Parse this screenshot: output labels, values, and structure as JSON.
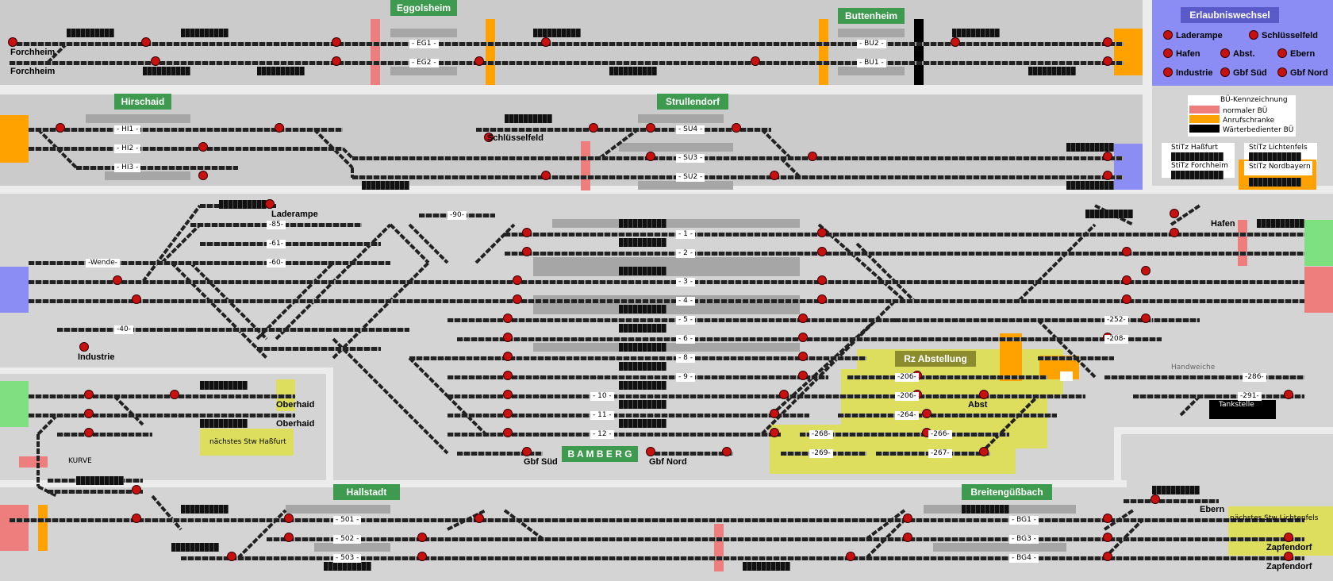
{
  "colors": {
    "station_green": "#3e9a4e",
    "permission_blue": "#8c8cf5",
    "bue_normal": "#ee7d7d",
    "bue_call": "#ffa200",
    "bue_attended": "#000000",
    "signal_red": "#c81010",
    "track": "#222222",
    "zone_yellow": "#dede5e"
  },
  "stations": [
    {
      "id": "eggolsheim",
      "label": "Eggolsheim"
    },
    {
      "id": "buttenheim",
      "label": "Buttenheim"
    },
    {
      "id": "hirschaid",
      "label": "Hirschaid"
    },
    {
      "id": "strullendorf",
      "label": "Strullendorf"
    },
    {
      "id": "bamberg",
      "label": "B A M B E R G"
    },
    {
      "id": "hallstadt",
      "label": "Hallstadt"
    },
    {
      "id": "breitengussbach",
      "label": "Breitengüßbach"
    },
    {
      "id": "rz-abstellung",
      "label": "Rz Abstellung"
    }
  ],
  "places": {
    "forchheim_1": "Forchheim",
    "forchheim_2": "Forchheim",
    "schluesselfeld": "Schlüsselfeld",
    "laderampe": "Laderampe",
    "industrie": "Industrie",
    "hafen": "Hafen",
    "oberhaid_1": "Oberhaid",
    "oberhaid_2": "Oberhaid",
    "naechstes_hassfurt": "nächstes Stw Haßfurt",
    "kurve": "KURVE",
    "gbf_sued": "Gbf Süd",
    "gbf_nord": "Gbf Nord",
    "abst": "Abst",
    "ebern": "Ebern",
    "naechstes_lichtenfels": "nächstes Stw Lichtenfels",
    "zapfendorf_1": "Zapfendorf",
    "zapfendorf_2": "Zapfendorf",
    "tankstelle": "Tankstelle",
    "handweiche": "Handweiche"
  },
  "tracks": {
    "eg1": "- EG1 -",
    "eg2": "- EG2 -",
    "bu2": "- BU2 -",
    "bu1": "- BU1 -",
    "hi1": "- HI1 -",
    "hi2": "- HI2 -",
    "hi3": "- HI3 -",
    "su4": "- SU4 -",
    "su3": "- SU3 -",
    "su2": "- SU2 -",
    "t90": "-90-",
    "t85": "-85-",
    "t61": "-61-",
    "t60": "-60-",
    "wende": "-Wende-",
    "t40": "-40-",
    "t1": "- 1 -",
    "t2": "- 2 -",
    "t3": "- 3 -",
    "t4": "- 4 -",
    "t5": "- 5 -",
    "t6": "- 6 -",
    "t8": "- 8 -",
    "t9": "- 9 -",
    "t10": "- 10 -",
    "t11": "- 11 -",
    "t12": "- 12 -",
    "t252": "-252-",
    "t208": "-208-",
    "t286": "-286-",
    "t291": "-291-",
    "t206a": "-206-",
    "t206b": "-206-",
    "t264": "-264-",
    "t268": "-268-",
    "t269": "-269-",
    "t266": "-266-",
    "t267": "-267-",
    "t501": "- 501 -",
    "t502": "- 502 -",
    "t503": "- 503 -",
    "bg1": "- BG1 -",
    "bg3": "- BG3 -",
    "bg4": "- BG4 -"
  },
  "permission_panel": {
    "title": "Erlaubniswechsel",
    "items": [
      "Laderampe",
      "Schlüsselfeld",
      "Hafen",
      "Abst.",
      "Ebern",
      "Industrie",
      "Gbf Süd",
      "Gbf Nord"
    ]
  },
  "bue_legend": {
    "title": "BÜ-Kennzeichnung",
    "items": [
      {
        "label": "normaler BÜ",
        "color": "#ee7d7d"
      },
      {
        "label": "Anrufschranke",
        "color": "#ffa200"
      },
      {
        "label": "Wärterbedienter BÜ",
        "color": "#000000"
      }
    ]
  },
  "stitz": {
    "hassfurt": "StiTz Haßfurt",
    "lichtenfels": "StiTz Lichtenfels",
    "forchheim": "StiTz Forchheim",
    "nordbayern": "StiTz Nordbayern"
  }
}
